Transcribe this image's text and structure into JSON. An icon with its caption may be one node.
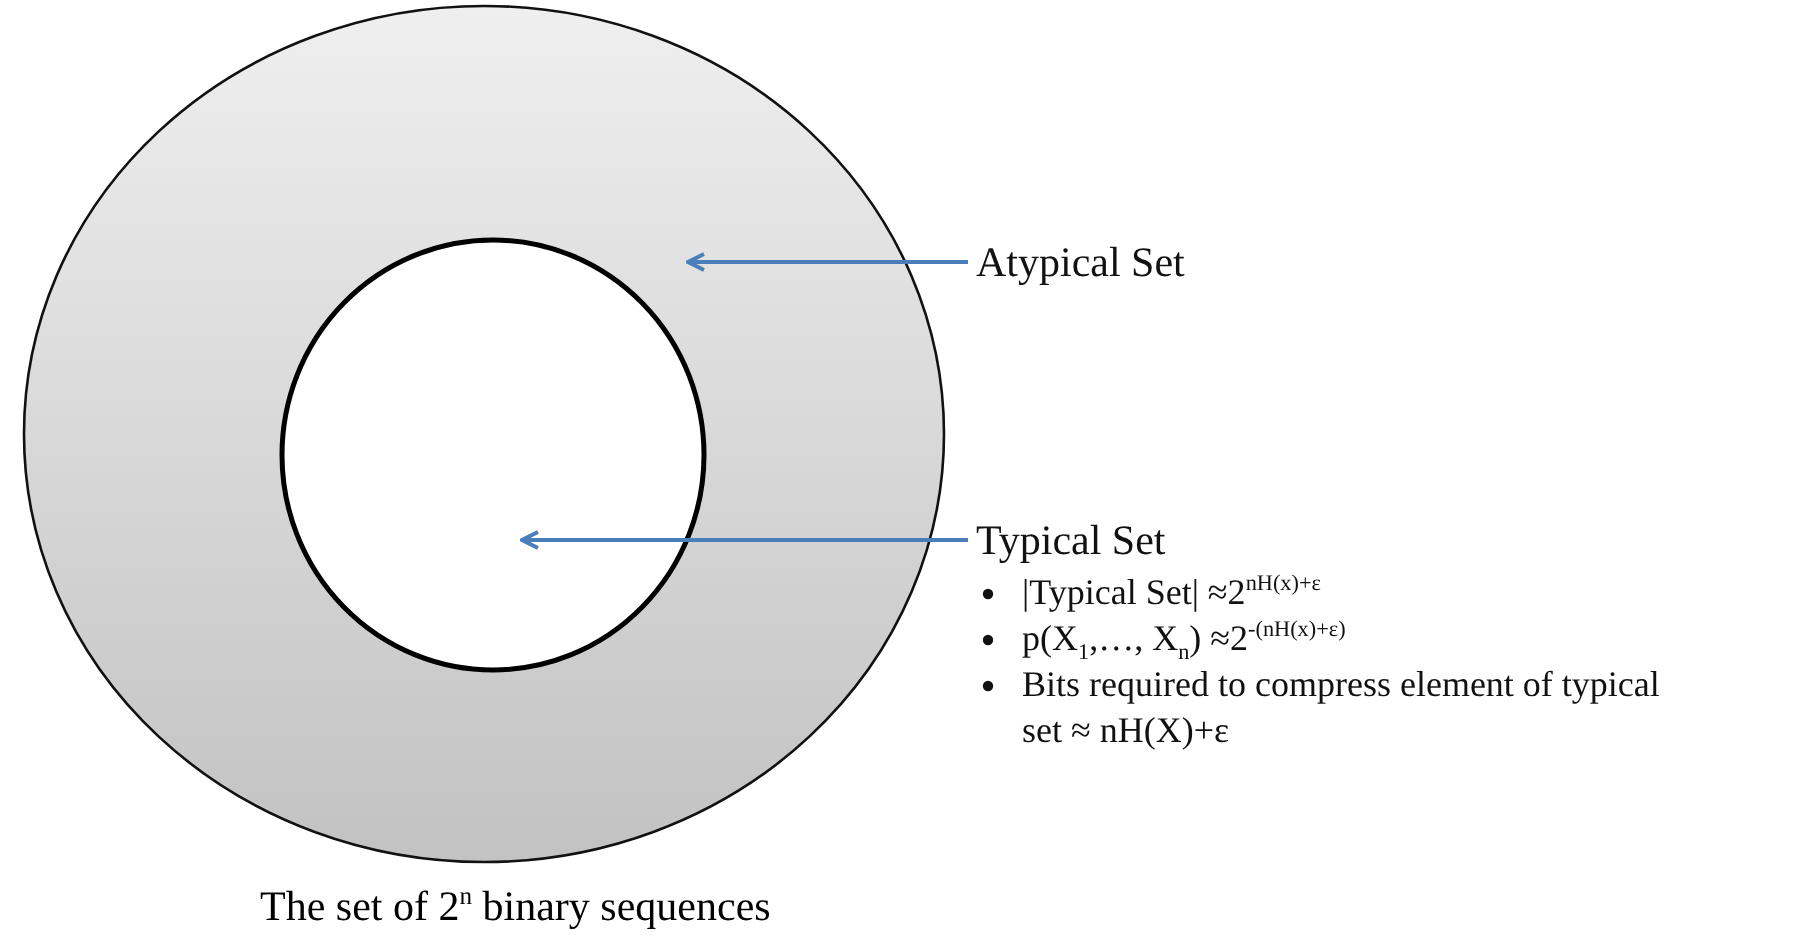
{
  "diagram": {
    "nodes": [
      {
        "text": [],
        "shape": "circle",
        "beside": [
          "The set of 2$^{n}$ binary sequences"
        ]
      },
      {
        "text": [],
        "shape": "circle",
        "in": 0
      },
      {
        "text": [
          "Atypical Set"
        ]
      },
      {
        "text": [
          "Typical Set",
          "|Typical Set| ≈2$^{nH(x)+ε}$",
          "p(X$_{1}$,…, X$_{n}$) ≈2$^{-(nH(x)+ε)}$",
          "Bits required to compress element of typical set ≈ nH(X)+ε"
        ]
      }
    ],
    "edges": [
      {
        "from": 2,
        "to": 0,
        "arrow": "to",
        "color": "#4a7ebb"
      },
      {
        "from": 3,
        "to": 1,
        "arrow": "to",
        "color": "#4a7ebb"
      }
    ]
  }
}
